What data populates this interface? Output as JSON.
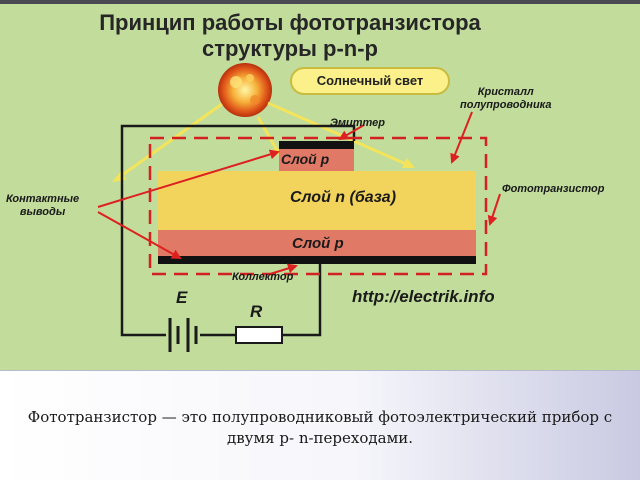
{
  "diagram": {
    "title_line1": "Принцип работы фототранзистора",
    "title_line2": "структуры p-n-p",
    "sunlight_label": "Солнечный свет",
    "crystal_label_line1": "Кристалл",
    "crystal_label_line2": "полупроводника",
    "emitter_label": "Эмиттер",
    "phototransistor_label": "Фототранзистор",
    "contacts_label_line1": "Контактные",
    "contacts_label_line2": "выводы",
    "layer_p_top": "Слой p",
    "layer_n_base": "Слой n (база)",
    "layer_p_bottom": "Слой p",
    "collector_label": "Коллектор",
    "battery_label": "E",
    "resistor_label": "R",
    "website": "http://electrik.info",
    "colors": {
      "background": "#c2dc9c",
      "layer_p": "#e07a66",
      "layer_n": "#f2d35c",
      "contact": "#111111",
      "arrow": "#dd2020",
      "dashed_frame": "#d32020",
      "pill": "#fbf08a"
    }
  },
  "caption": "Фототранзистор — это полупроводниковый фотоэлектрический прибор с двумя p- n-переходами."
}
